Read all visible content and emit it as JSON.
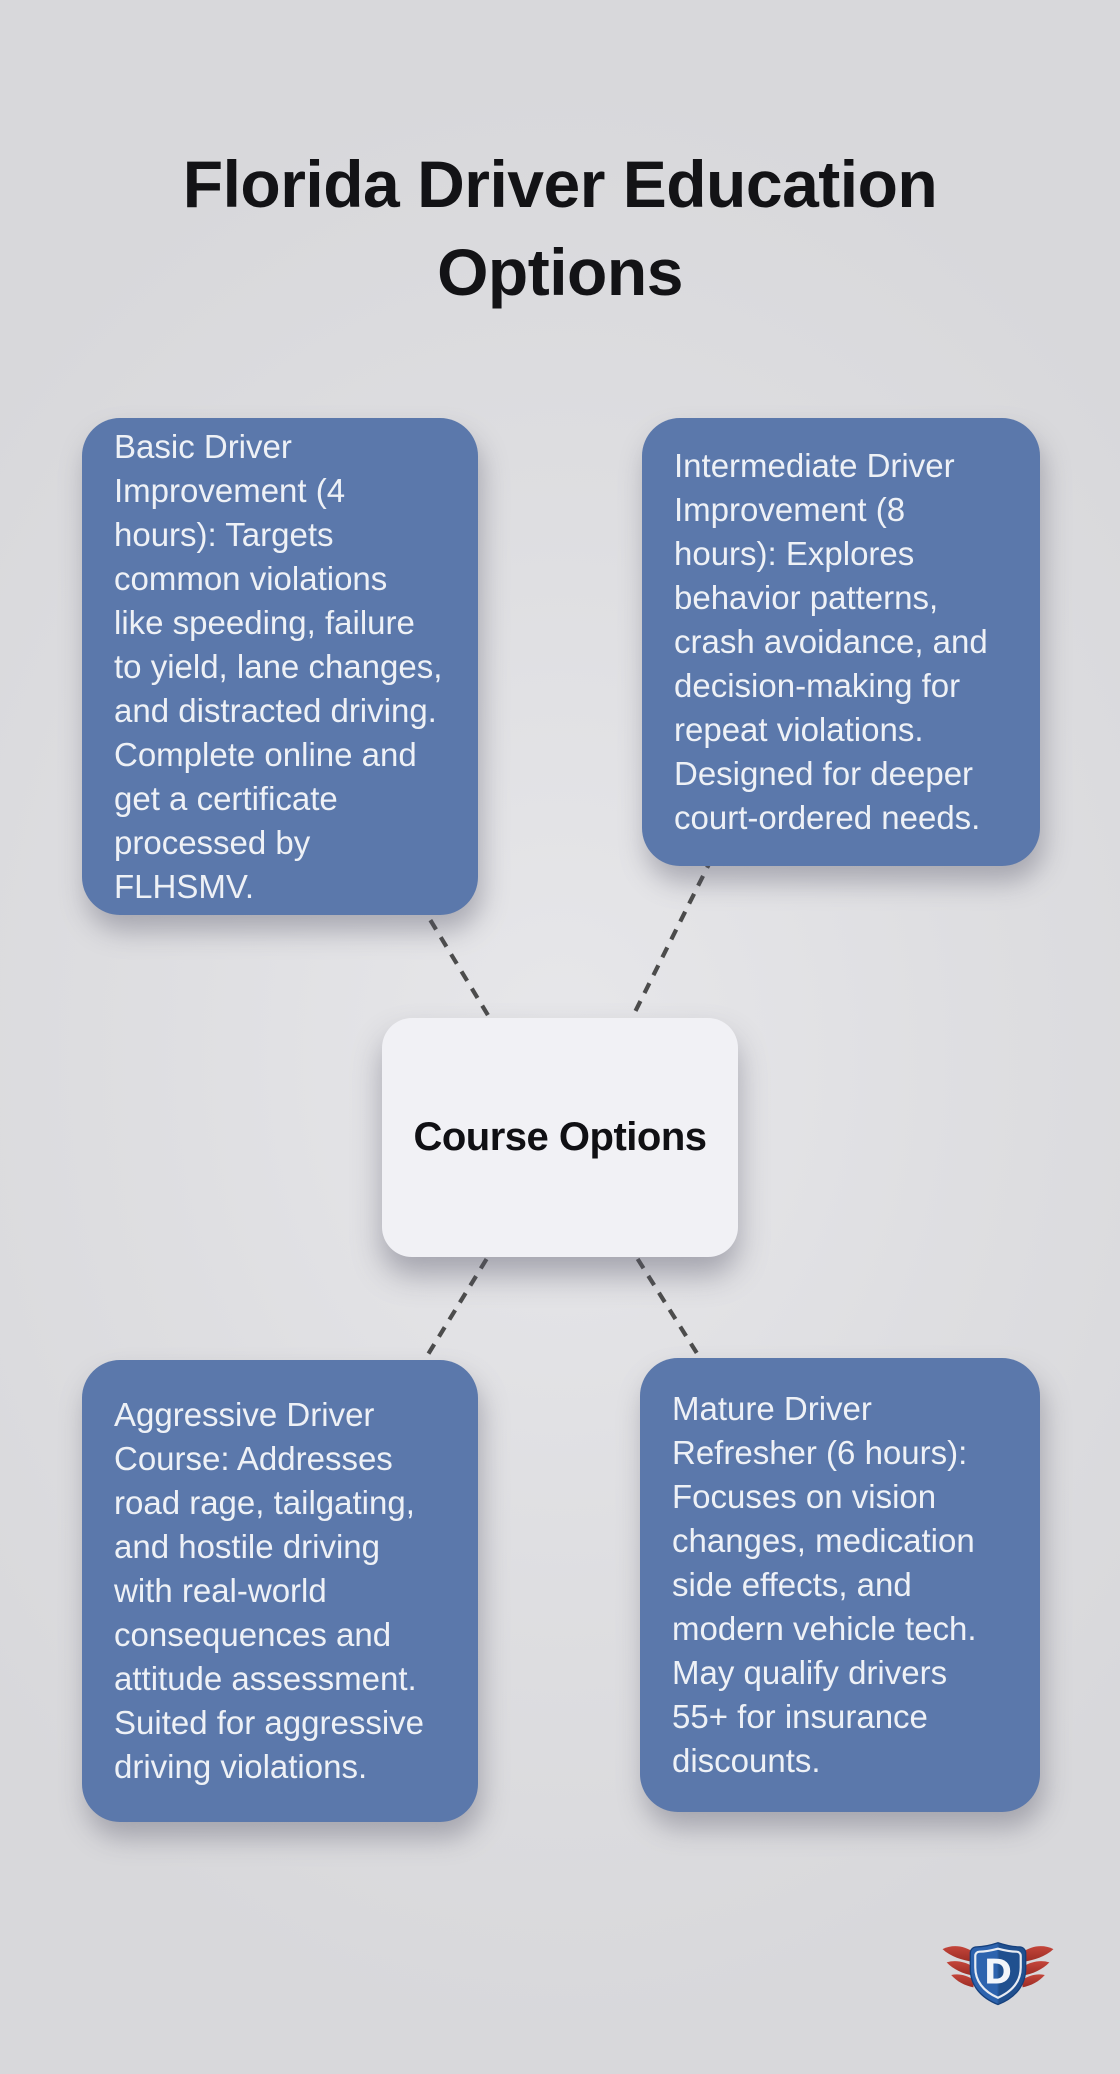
{
  "title": "Florida Driver Education\nOptions",
  "center_node": {
    "label": "Course Options"
  },
  "cards": [
    {
      "name": "basic-driver-improvement",
      "text": "Basic Driver\nImprovement (4\nhours): Targets\ncommon violations\nlike speeding, failure\nto yield, lane changes,\nand distracted driving.\nComplete online and\nget a certificate\nprocessed by FLHSMV."
    },
    {
      "name": "intermediate-driver-improvement",
      "text": "Intermediate Driver\nImprovement (8\nhours): Explores\nbehavior patterns,\ncrash avoidance, and\ndecision-making for\nrepeat violations.\nDesigned for deeper\ncourt-ordered needs."
    },
    {
      "name": "aggressive-driver-course",
      "text": "Aggressive Driver\nCourse: Addresses\nroad rage, tailgating,\nand hostile driving\nwith real-world\nconsequences and\nattitude assessment.\nSuited for aggressive\ndriving violations."
    },
    {
      "name": "mature-driver-refresher",
      "text": "Mature Driver\nRefresher (6 hours):\nFocuses on vision\nchanges, medication\nside effects, and\nmodern vehicle tech.\nMay qualify drivers\n55+ for insurance\ndiscounts."
    }
  ],
  "logo": {
    "letter": "D"
  },
  "colors": {
    "bg_center": "#e7e7ea",
    "bg_mid": "#dedee1",
    "bg_edge": "#d8d8db",
    "title_color": "#131316",
    "card_bg": "#5b78ab",
    "card_text": "#eef1f6",
    "center_bg": "#f1f1f5",
    "center_text": "#101014",
    "connector_color": "#4c4c4c",
    "shield_blue_light": "#2d63ae",
    "shield_blue_dark": "#20508f",
    "wing_red": "#b23a30"
  }
}
